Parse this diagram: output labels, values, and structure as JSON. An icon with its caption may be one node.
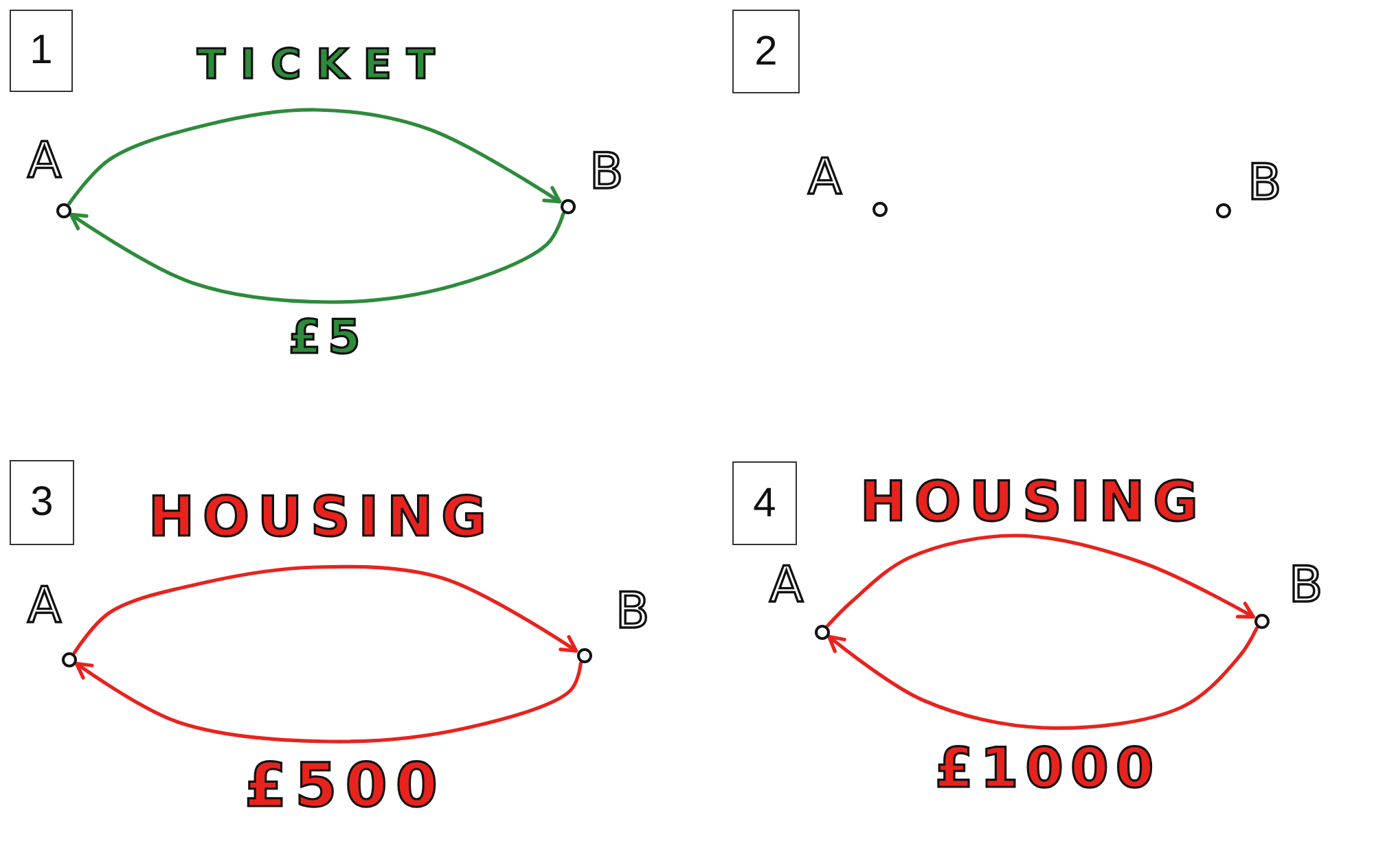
{
  "diagram": {
    "nodes": [
      {
        "text": [
          "1"
        ]
      },
      {
        "text": [],
        "shape": "circle",
        "beside": [
          "A"
        ]
      },
      {
        "text": [],
        "shape": "circle",
        "beside": [
          "B"
        ]
      },
      {
        "text": [
          "2"
        ]
      },
      {
        "text": [],
        "shape": "circle",
        "beside": [
          "A"
        ]
      },
      {
        "text": [],
        "shape": "circle",
        "beside": [
          "B"
        ]
      },
      {
        "text": [
          "3"
        ]
      },
      {
        "text": [],
        "shape": "circle",
        "beside": [
          "A"
        ]
      },
      {
        "text": [],
        "shape": "circle",
        "beside": [
          "B"
        ]
      },
      {
        "text": [
          "4"
        ]
      },
      {
        "text": [],
        "shape": "circle",
        "beside": [
          "A"
        ]
      },
      {
        "text": [],
        "shape": "circle",
        "beside": [
          "B"
        ]
      }
    ],
    "edges": [
      {
        "from": 1,
        "to": 2,
        "arrow": "to",
        "label": "TICKET",
        "color": "#2e8b3c"
      },
      {
        "from": 2,
        "to": 1,
        "arrow": "to",
        "label": "£5",
        "color": "#2e8b3c"
      },
      {
        "from": 7,
        "to": 8,
        "arrow": "to",
        "label": "HOUSING"
      },
      {
        "from": 8,
        "to": 7,
        "arrow": "to",
        "label": "£500"
      },
      {
        "from": 10,
        "to": 11,
        "arrow": "to",
        "label": "HOUSING"
      },
      {
        "from": 11,
        "to": 10,
        "arrow": "to",
        "label": "£1000"
      }
    ]
  }
}
